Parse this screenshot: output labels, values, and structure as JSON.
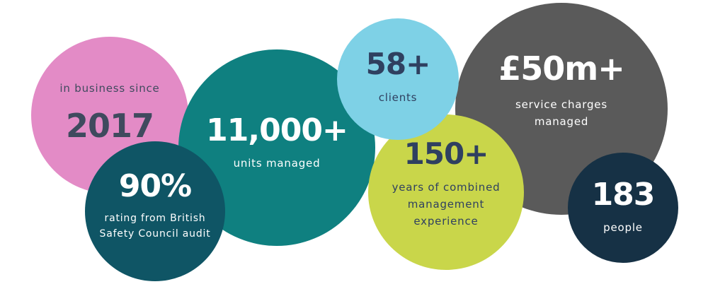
{
  "stats": {
    "since": {
      "label": "in business since",
      "value": "2017"
    },
    "units": {
      "value": "11,000+",
      "label": "units managed"
    },
    "rating": {
      "value": "90%",
      "label_line1": "rating from British",
      "label_line2": "Safety Council audit"
    },
    "clients": {
      "value": "58+",
      "label": "clients"
    },
    "charges": {
      "value": "£50m+",
      "label_line1": "service charges",
      "label_line2": "managed"
    },
    "years": {
      "value": "150+",
      "label_line1": "years of combined",
      "label_line2": "management",
      "label_line3": "experience"
    },
    "people": {
      "value": "183",
      "label": "people"
    }
  },
  "colors": {
    "pink": "#e38bc6",
    "teal": "#0f8080",
    "navy": "#0f5565",
    "gray": "#5a5a5a",
    "light_blue": "#7ed1e6",
    "lime": "#c9d64a",
    "dark_navy": "#163145",
    "text_dark": "#2f4060"
  }
}
